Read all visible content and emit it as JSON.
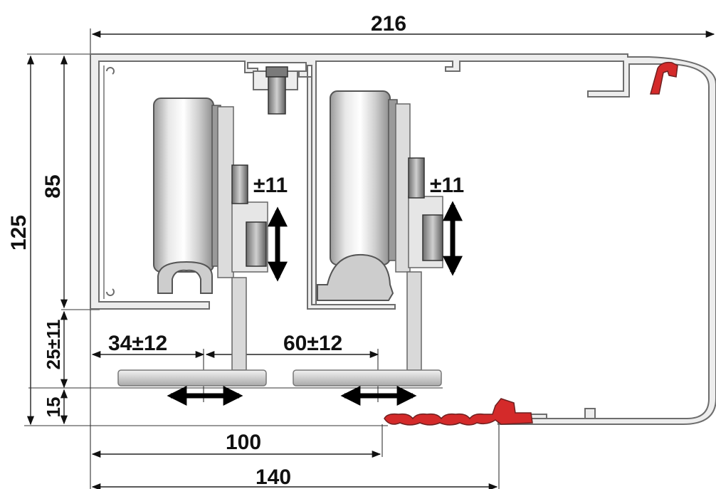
{
  "dimensions": {
    "overall_width": "216",
    "overall_height": "125",
    "frame_height": "85",
    "vertical_adjust": "±11",
    "hanger_height": "25±11",
    "bottom_gap": "15",
    "left_carriage_offset": "34±12",
    "right_carriage_offset": "60±12",
    "bottom_dim_1": "100",
    "bottom_dim_2": "140"
  },
  "colors": {
    "aluminum": "#ededed",
    "aluminum_edge": "#6d6d6d",
    "seal_red": "#d42a2a",
    "steel": "#d6d6d6",
    "dimension_line": "#222222"
  }
}
